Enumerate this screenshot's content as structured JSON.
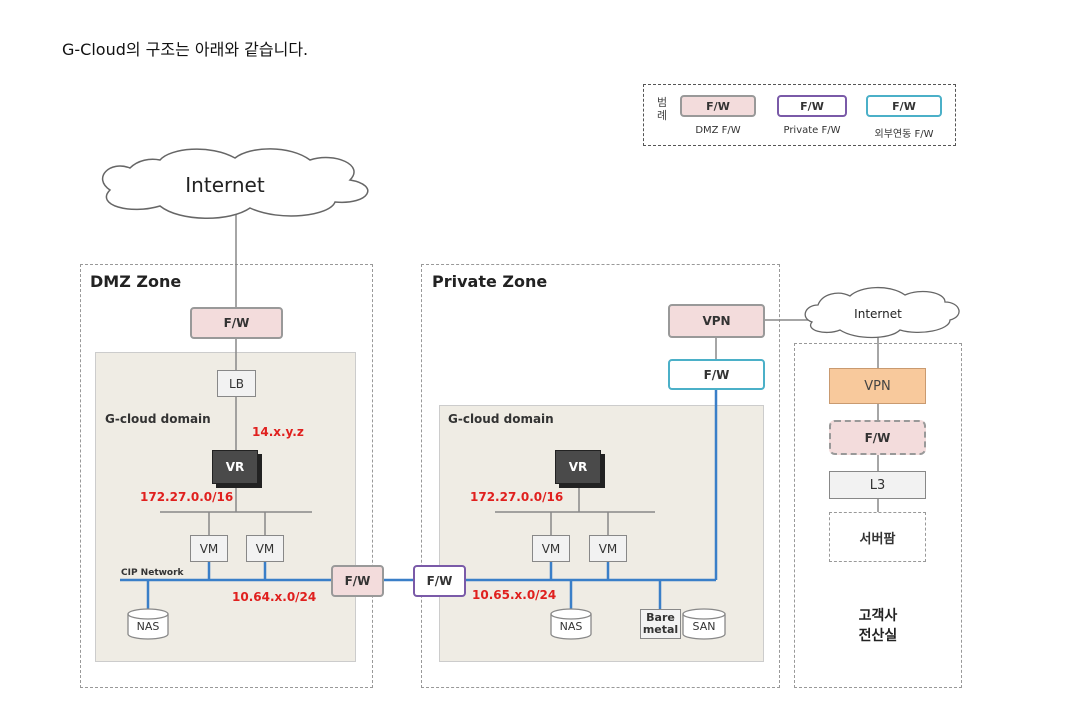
{
  "heading": "G-Cloud의 구조는 아래와 같습니다.",
  "legend": {
    "label": "범례",
    "items": [
      {
        "box": "F/W",
        "caption": "DMZ F/W"
      },
      {
        "box": "F/W",
        "caption": "Private F/W"
      },
      {
        "box": "F/W",
        "caption": "외부연동 F/W"
      }
    ]
  },
  "clouds": {
    "internet_main": "Internet",
    "internet_small": "Internet"
  },
  "dmz": {
    "title": "DMZ Zone",
    "fw": "F/W",
    "lb": "LB",
    "domain_title": "G-cloud  domain",
    "vr": "VR",
    "public_ip": "14.x.y.z",
    "subnet": "172.27.0.0/16",
    "vm1": "VM",
    "vm2": "VM",
    "network_label": "CIP Network",
    "cip_subnet": "10.64.x.0/24",
    "nas": "NAS"
  },
  "links": {
    "fw_dmz": "F/W",
    "fw_private": "F/W"
  },
  "private": {
    "title": "Private Zone",
    "vpn": "VPN",
    "fw_ext": "F/W",
    "domain_title": "G-cloud  domain",
    "vr": "VR",
    "subnet": "172.27.0.0/16",
    "vm1": "VM",
    "vm2": "VM",
    "cip_subnet": "10.65.x.0/24",
    "nas": "NAS",
    "bare_metal": "Bare metal",
    "san": "SAN"
  },
  "customer": {
    "vpn": "VPN",
    "fw": "F/W",
    "l3": "L3",
    "server_room": "서버팜",
    "label": "고객사\n전산실"
  },
  "colors": {
    "dmz_fw": "#f3dcdc",
    "private_fw_border": "#7a5aa8",
    "external_fw_border": "#4bb0c8",
    "network_line": "#3a7fc8",
    "ip_text": "#e0201e",
    "customer_vpn": "#f8c99c"
  }
}
